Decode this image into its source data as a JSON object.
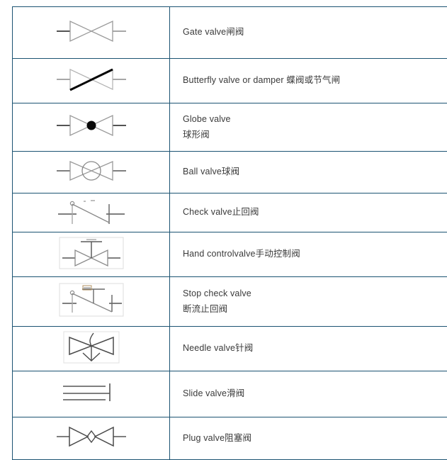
{
  "document": {
    "title": "Valve symbols reference table",
    "border_color": "#1b5372",
    "text_color": "#3a3a3a",
    "symbol_stroke_color": "#7f7f7f",
    "symbol_dark_color": "#111111",
    "background_color": "#ffffff"
  },
  "table": {
    "columns": 2,
    "row_count": 10,
    "rows": [
      {
        "symbol": "gate-valve-symbol",
        "lines": [
          "Gate valve闸阀"
        ]
      },
      {
        "symbol": "butterfly-valve-symbol",
        "lines": [
          "Butterfly valve or damper 蝶阀或节气闸"
        ]
      },
      {
        "symbol": "globe-valve-symbol",
        "lines": [
          "Globe valve",
          "球形阀"
        ]
      },
      {
        "symbol": "ball-valve-symbol",
        "lines": [
          "Ball valve球阀"
        ]
      },
      {
        "symbol": "check-valve-symbol",
        "lines": [
          "Check valve止回阀"
        ]
      },
      {
        "symbol": "hand-control-valve-symbol",
        "lines": [
          "Hand controlvalve手动控制阀"
        ]
      },
      {
        "symbol": "stop-check-valve-symbol",
        "lines": [
          "Stop check valve",
          "断流止回阀"
        ]
      },
      {
        "symbol": "needle-valve-symbol",
        "lines": [
          "Needle valve针阀"
        ]
      },
      {
        "symbol": "slide-valve-symbol",
        "lines": [
          "Slide valve滑阀"
        ]
      },
      {
        "symbol": "plug-valve-symbol",
        "lines": [
          "Plug valve阻塞阀"
        ]
      }
    ]
  }
}
